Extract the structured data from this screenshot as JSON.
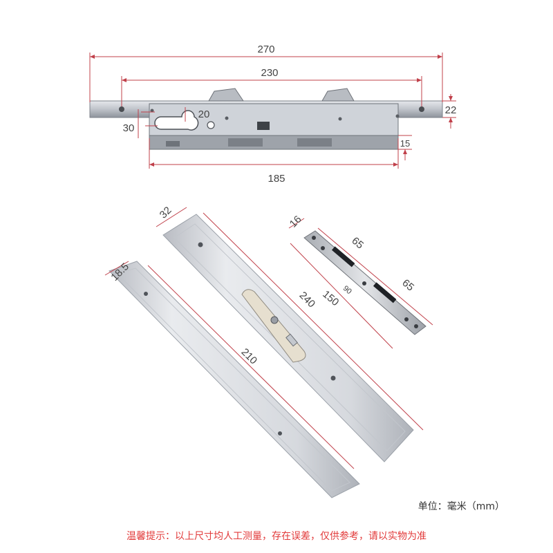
{
  "colors": {
    "dimension_line": "#c0404a",
    "note_text": "#e23a3a",
    "metal": "#c9ccd2"
  },
  "lock_body": {
    "dims": {
      "total_length": "270",
      "hole_spacing": "230",
      "body_length": "185",
      "faceplate_height": "22",
      "backset": "30",
      "cylinder_offset": "20",
      "body_depth": "15"
    }
  },
  "cover_plate_long": {
    "width": "32",
    "length": "240"
  },
  "cover_plate_short": {
    "width": "18.5",
    "length": "210"
  },
  "strike_plate": {
    "width": "16",
    "segment_a": "65",
    "segment_b": "65",
    "total": "150",
    "center_mark": "90"
  },
  "units_label": "单位：毫米（mm）",
  "note": "温馨提示：以上尺寸均人工测量，存在误差，仅供参考，请以实物为准"
}
